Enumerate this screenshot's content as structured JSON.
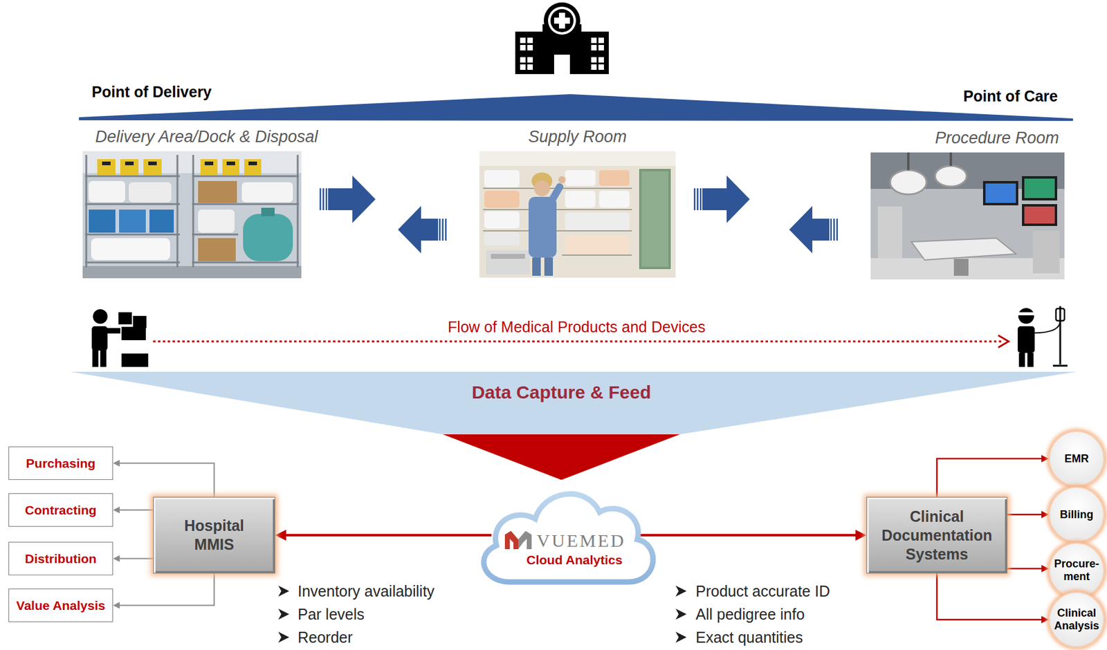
{
  "diagram": {
    "nodes": [
      {
        "text": [
          "Delivery Area/Dock & Disposal"
        ]
      },
      {
        "text": [
          "Supply Room"
        ]
      },
      {
        "text": [
          "Procedure Room"
        ]
      },
      {
        "text": [
          "Data Capture & Feed"
        ]
      },
      {
        "text": [
          "Purchasing"
        ]
      },
      {
        "text": [
          "Contracting"
        ]
      },
      {
        "text": [
          "Distribution"
        ]
      },
      {
        "text": [
          "Value Analysis"
        ]
      },
      {
        "text": [
          "Hospital MMIS"
        ]
      },
      {
        "text": [
          "VUEMED",
          "Cloud Analytics"
        ]
      },
      {
        "text": [
          "Clinical Documentation Systems"
        ]
      },
      {
        "text": [
          "EMR"
        ]
      },
      {
        "text": [
          "Billing"
        ]
      },
      {
        "text": [
          "Procure- ment"
        ]
      },
      {
        "text": [
          "Clinical Analysis"
        ]
      }
    ],
    "edges": [
      {
        "from": 0,
        "to": 1,
        "arrow": "to"
      },
      {
        "from": 1,
        "to": 0,
        "arrow": "to"
      },
      {
        "from": 1,
        "to": 2,
        "arrow": "to"
      },
      {
        "from": 2,
        "to": 1,
        "arrow": "to"
      },
      {
        "from": 3,
        "to": 9,
        "arrow": "to"
      },
      {
        "from": 9,
        "to": 8,
        "arrow": "to"
      },
      {
        "from": 9,
        "to": 10,
        "arrow": "to"
      },
      {
        "from": 8,
        "to": 4,
        "arrow": "to"
      },
      {
        "from": 8,
        "to": 5,
        "arrow": "to"
      },
      {
        "from": 8,
        "to": 6,
        "arrow": "to"
      },
      {
        "from": 8,
        "to": 7,
        "arrow": "to"
      },
      {
        "from": 10,
        "to": 11,
        "arrow": "to"
      },
      {
        "from": 10,
        "to": 12,
        "arrow": "to"
      },
      {
        "from": 10,
        "to": 13,
        "arrow": "to"
      },
      {
        "from": 10,
        "to": 14,
        "arrow": "to"
      }
    ],
    "labels": [
      "Point of Delivery",
      "Point of Care",
      "Flow of Medical Products and Devices",
      "Inventory availability",
      "Par levels",
      "Reorder",
      "Product accurate ID",
      "All pedigree info",
      "Exact quantities"
    ]
  }
}
